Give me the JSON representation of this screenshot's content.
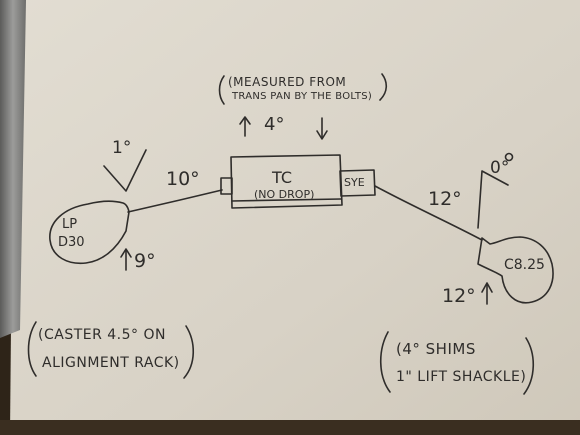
{
  "note_top": {
    "line1": "(MEASURED FROM",
    "line2": "TRANS PAN BY THE BOLTS)",
    "angle": "4°"
  },
  "front_axle": {
    "label_line1": "LP",
    "label_line2": "D30",
    "pinion_angle": "1°",
    "driveshaft_angle": "10°",
    "axle_angle": "9°"
  },
  "transfer_case": {
    "label": "TC",
    "note": "(NO DROP)",
    "yoke_label": "SYE"
  },
  "rear_axle": {
    "label": "C8.25",
    "pinion_angle": "0°",
    "driveshaft_angle": "12°",
    "axle_angle": "12°"
  },
  "note_caster": {
    "line1": "(CASTER 4.5° ON",
    "line2": "ALIGNMENT RACK)"
  },
  "note_shims": {
    "line1": "(4° SHIMS",
    "line2": "1\" LIFT SHACKLE)"
  },
  "colors": {
    "paper": "#d9d3c8",
    "ink": "#2f2d2b",
    "ruler": "#8a8a88"
  }
}
